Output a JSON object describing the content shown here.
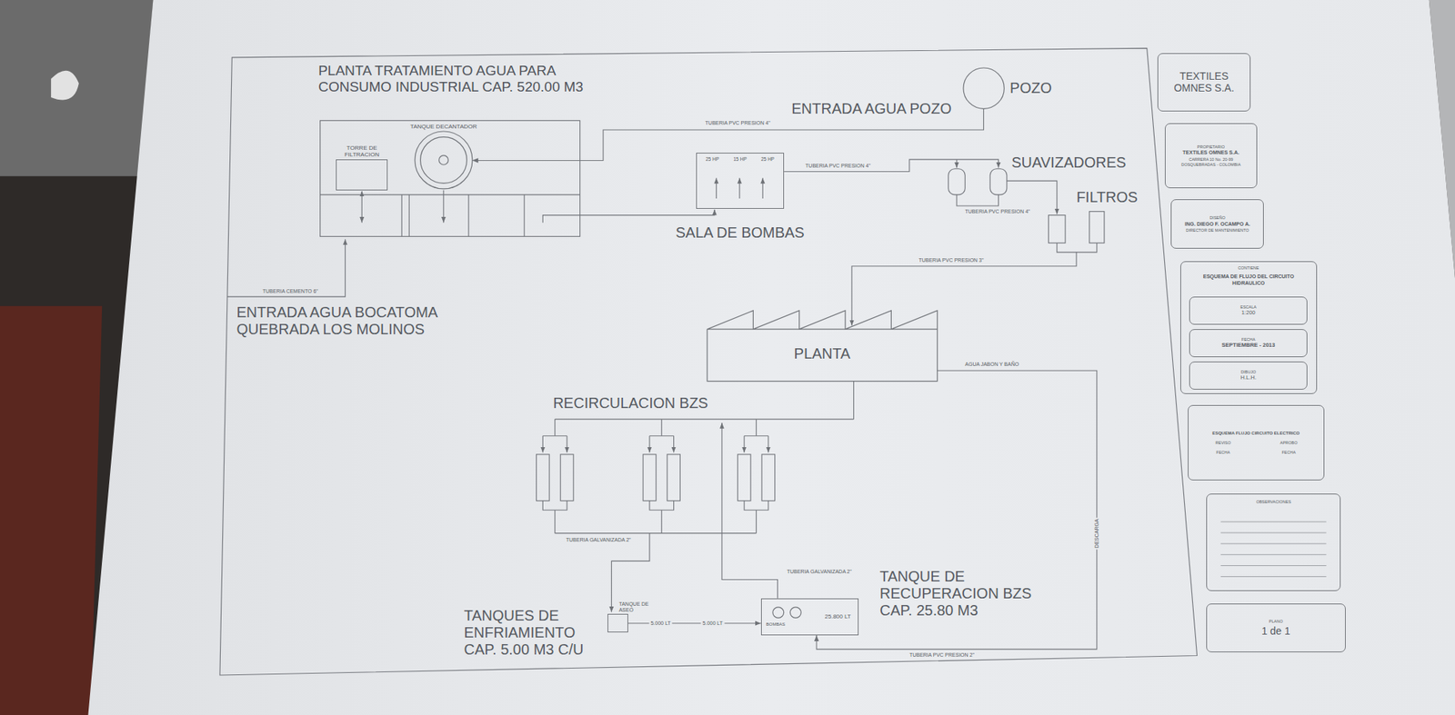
{
  "diagram": {
    "title": "PLANTA TRATAMIENTO AGUA PARA CONSUMO INDUSTRIAL CAP. 520.00 M3",
    "nodes": [
      {
        "text": [
          "POZO"
        ]
      },
      {
        "text": [
          "TORRE DE FILTRACION"
        ]
      },
      {
        "text": [
          "TANQUE DECANTADOR"
        ]
      },
      {
        "text": [
          "25 HP",
          "15 HP",
          "25 HP",
          "SALA DE BOMBAS"
        ]
      },
      {
        "text": [
          "PLANTA"
        ]
      },
      {
        "text": [
          "TANQUE DE ASEO"
        ]
      },
      {
        "text": [
          "BOMBAS",
          "25.800 LT",
          "TANQUE DE RECUPERACION BZS CAP. 25.80 M3"
        ]
      },
      {
        "text": [
          "TEXTILES OMNES S.A."
        ]
      },
      {
        "text": [
          "PROPIETARIO",
          "TEXTILES OMNES S.A.",
          "CARRERA 10 No. 20-99",
          "DOSQUEBRADAS - COLOMBIA"
        ]
      },
      {
        "text": [
          "DISEÑO",
          "ING. DIEGO F. OCAMPO A.",
          "DIRECTOR DE MANTENIMIENTO"
        ]
      },
      {
        "text": [
          "CONTIENE",
          "ESQUEMA DE FLUJO DEL CIRCUITO HIDRAULICO"
        ]
      },
      {
        "text": [
          "ESCALA",
          "1:200"
        ],
        "in": 10
      },
      {
        "text": [
          "FECHA",
          "SEPTIEMBRE - 2013"
        ],
        "in": 10
      },
      {
        "text": [
          "DIBUJO",
          "H.L.H."
        ],
        "in": 10
      },
      {
        "text": [
          "ESQUEMA FLUJO CIRCUITO ELECTRICO",
          "REVISO",
          "APROBO",
          "FECHA",
          "FECHA"
        ]
      },
      {
        "text": [
          "OBSERVACIONES"
        ]
      },
      {
        "text": [
          "PLANO",
          "1 de 1"
        ]
      }
    ],
    "edges": [
      {
        "from": 0,
        "to": 2,
        "arrow": "to"
      },
      {
        "from": 4,
        "to": 6,
        "arrow": "to"
      },
      {
        "from": 5,
        "to": 6,
        "arrow": "to"
      }
    ],
    "labels": [
      "ENTRADA AGUA POZO",
      "SUAVIZADORES",
      "FILTROS",
      "ENTRADA AGUA BOCATOMA QUEBRADA LOS MOLINOS",
      "RECIRCULACION BZS",
      "TANQUES DE ENFRIAMIENTO CAP. 5.00 M3 C/U",
      "TUBERIA PVC PRESION 4\"",
      "TUBERIA PVC PRESION 4\"",
      "TUBERIA PVC PRESION 4\"",
      "TUBERIA PVC PRESION 3\"",
      "TUBERIA CEMENTO 6\"",
      "AGUA JABON Y BAÑO",
      "DESCARGA",
      "TUBERIA GALVANIZADA 2\"",
      "TUBERIA GALVANIZADA 2\"",
      "TUBERIA PVC PRESION 2\"",
      "5.000 LT",
      "5.000 LT"
    ]
  }
}
